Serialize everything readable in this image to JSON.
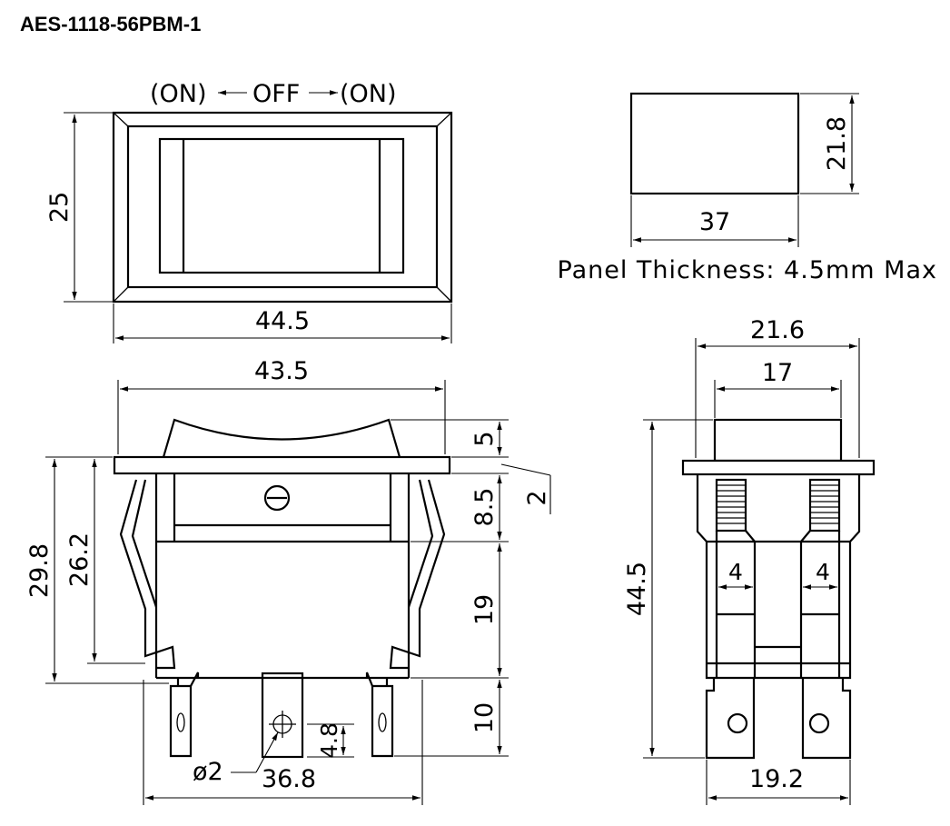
{
  "title": "AES-1118-56PBM-1",
  "top_view": {
    "switch_positions": {
      "left": "(ON)",
      "center": "OFF",
      "right": "(ON)"
    },
    "height": "25",
    "width": "44.5"
  },
  "panel_cutout": {
    "height": "21.8",
    "width": "37",
    "note": "Panel Thickness:  4.5mm  Max"
  },
  "front_view": {
    "top_width": "43.5",
    "rocker_height": "5",
    "flange": "2",
    "housing_upper": "8.5",
    "housing_lower": "19",
    "terminal_length": "10",
    "total_height": "29.8",
    "clip_height": "26.2",
    "hole_diameter": "ø2",
    "hole_offset": "4.8",
    "terminal_span": "36.8"
  },
  "side_view": {
    "flange_width": "21.6",
    "rocker_width": "17",
    "total_height": "44.5",
    "terminal_width_left": "4",
    "terminal_width_right": "4",
    "base_width": "19.2"
  }
}
